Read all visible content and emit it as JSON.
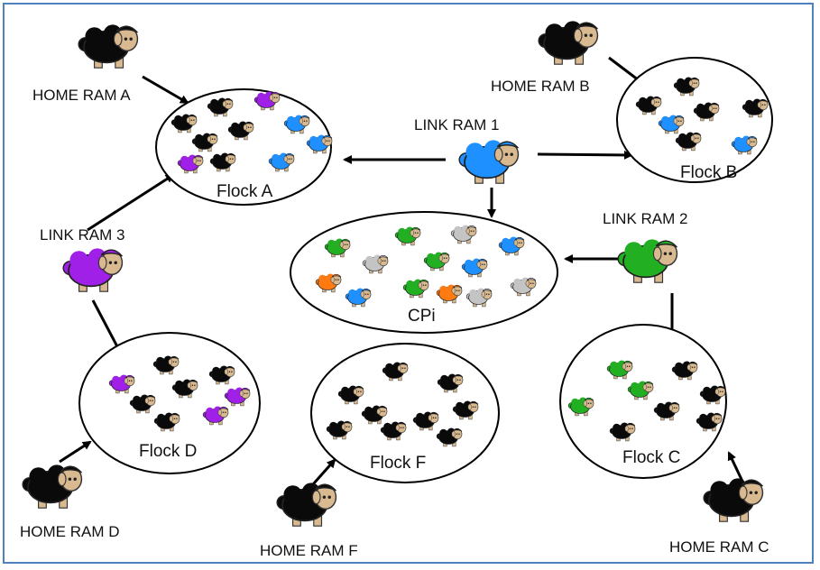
{
  "diagram": {
    "colors": {
      "black": "#0a0a0a",
      "purple": "#a020e8",
      "blue": "#1e90ff",
      "green": "#22b022",
      "gray": "#c4c4c4",
      "orange": "#ff7a10",
      "face": "#d9b98f",
      "frame": "#4f81bd"
    },
    "rams": [
      {
        "id": "home-ram-a",
        "label": "HOME RAM A",
        "color": "black"
      },
      {
        "id": "home-ram-b",
        "label": "HOME RAM B",
        "color": "black"
      },
      {
        "id": "home-ram-c",
        "label": "HOME RAM C",
        "color": "black"
      },
      {
        "id": "home-ram-d",
        "label": "HOME RAM D",
        "color": "black"
      },
      {
        "id": "home-ram-f",
        "label": "HOME RAM F",
        "color": "black"
      },
      {
        "id": "link-ram-1",
        "label": "LINK RAM 1",
        "color": "blue"
      },
      {
        "id": "link-ram-2",
        "label": "LINK RAM 2",
        "color": "green"
      },
      {
        "id": "link-ram-3",
        "label": "LINK RAM 3",
        "color": "purple"
      }
    ],
    "flocks": [
      {
        "id": "flock-a",
        "label": "Flock A",
        "sheep": [
          "black",
          "purple",
          "black",
          "black",
          "blue",
          "black",
          "blue",
          "purple",
          "black",
          "blue"
        ]
      },
      {
        "id": "flock-b",
        "label": "Flock B",
        "sheep": [
          "black",
          "black",
          "black",
          "black",
          "blue",
          "black",
          "blue"
        ]
      },
      {
        "id": "cpi",
        "label": "CPi",
        "sheep": [
          "green",
          "green",
          "gray",
          "blue",
          "gray",
          "green",
          "blue",
          "orange",
          "blue",
          "green",
          "orange",
          "gray",
          "gray"
        ]
      },
      {
        "id": "flock-c",
        "label": "Flock C",
        "sheep": [
          "green",
          "black",
          "green",
          "black",
          "green",
          "black",
          "black",
          "black"
        ]
      },
      {
        "id": "flock-d",
        "label": "Flock D",
        "sheep": [
          "black",
          "black",
          "purple",
          "black",
          "black",
          "purple",
          "black",
          "purple"
        ]
      },
      {
        "id": "flock-f",
        "label": "Flock F",
        "sheep": [
          "black",
          "black",
          "black",
          "black",
          "black",
          "black",
          "black",
          "black",
          "black"
        ]
      }
    ],
    "connections": [
      {
        "from": "home-ram-a",
        "to": "flock-a"
      },
      {
        "from": "home-ram-b",
        "to": "flock-b"
      },
      {
        "from": "link-ram-1",
        "to": "flock-a"
      },
      {
        "from": "link-ram-1",
        "to": "flock-b"
      },
      {
        "from": "link-ram-1",
        "to": "cpi"
      },
      {
        "from": "link-ram-2",
        "to": "cpi"
      },
      {
        "from": "link-ram-2",
        "to": "flock-c"
      },
      {
        "from": "link-ram-3",
        "to": "flock-a"
      },
      {
        "from": "link-ram-3",
        "to": "flock-d"
      },
      {
        "from": "home-ram-d",
        "to": "flock-d"
      },
      {
        "from": "home-ram-f",
        "to": "flock-f"
      },
      {
        "from": "home-ram-c",
        "to": "flock-c"
      }
    ]
  }
}
